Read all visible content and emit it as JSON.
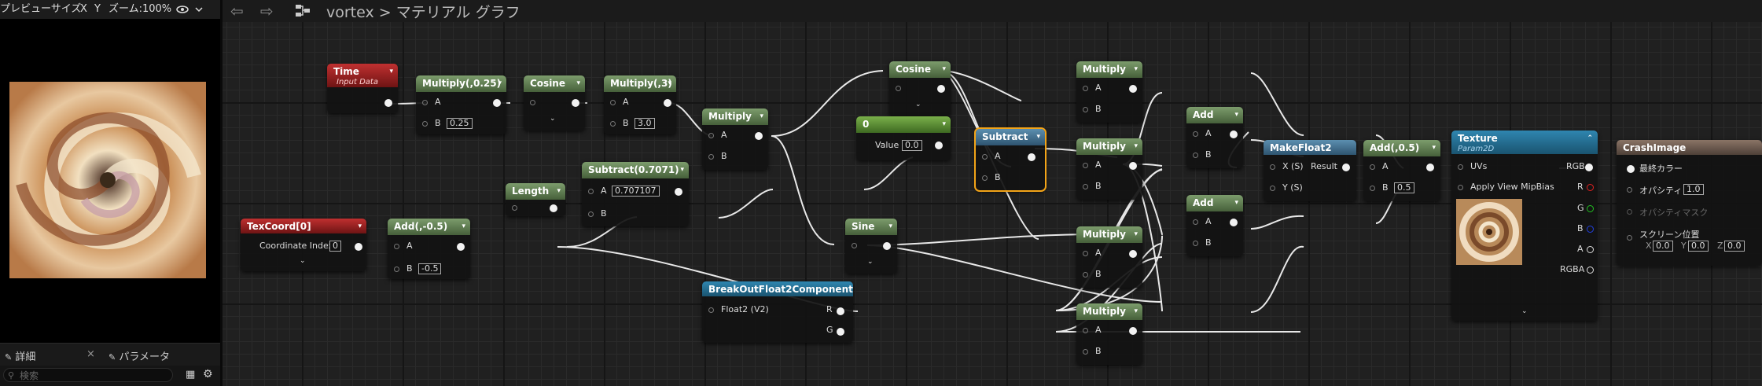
{
  "preview": {
    "bar_label": "プレビューサイズ",
    "x": "X",
    "y": "Y",
    "zoom": "ズーム:100%",
    "eye_icon": "eye-icon"
  },
  "tabs": {
    "details": "詳細",
    "parameters": "パラメータ"
  },
  "search": {
    "placeholder": "検索"
  },
  "breadcrumb": {
    "asset": "vortex",
    "separator": ">",
    "page": "マテリアル グラフ"
  },
  "nodes": {
    "time": {
      "title": "Time",
      "subtitle": "Input Data"
    },
    "multiply025": {
      "title": "Multiply(,0.25)",
      "a": "A",
      "b": "B",
      "b_value": "0.25"
    },
    "cosine1": {
      "title": "Cosine"
    },
    "multiply3": {
      "title": "Multiply(,3)",
      "a": "A",
      "b": "B",
      "b_value": "3.0"
    },
    "multiply_main": {
      "title": "Multiply",
      "a": "A",
      "b": "B"
    },
    "cosine2": {
      "title": "Cosine"
    },
    "const0": {
      "title": "0",
      "value_label": "Value",
      "value": "0.0"
    },
    "subtract": {
      "title": "Subtract",
      "a": "A",
      "b": "B"
    },
    "sine": {
      "title": "Sine"
    },
    "length": {
      "title": "Length"
    },
    "subtract07071": {
      "title": "Subtract(0.7071)",
      "a": "A",
      "a_value": "0.707107",
      "b": "B"
    },
    "texcoord": {
      "title": "TexCoord[0]",
      "label": "Coordinate Index",
      "value": "0"
    },
    "add_neg05": {
      "title": "Add(,-0.5)",
      "a": "A",
      "b": "B",
      "b_value": "-0.5"
    },
    "breakout": {
      "title": "BreakOutFloat2Components",
      "input": "Float2 (V2)",
      "r": "R",
      "g": "G"
    },
    "mul_r1": {
      "title": "Multiply",
      "a": "A",
      "b": "B"
    },
    "mul_r2": {
      "title": "Multiply",
      "a": "A",
      "b": "B"
    },
    "mul_r3": {
      "title": "Multiply",
      "a": "A",
      "b": "B"
    },
    "mul_r4": {
      "title": "Multiply",
      "a": "A",
      "b": "B"
    },
    "add1": {
      "title": "Add",
      "a": "A",
      "b": "B"
    },
    "add2": {
      "title": "Add",
      "a": "A",
      "b": "B"
    },
    "makefloat2": {
      "title": "MakeFloat2",
      "x": "X (S)",
      "y": "Y (S)",
      "result": "Result"
    },
    "add05": {
      "title": "Add(,0.5)",
      "a": "A",
      "b": "B",
      "b_value": "0.5"
    },
    "texture": {
      "title": "Texture",
      "subtitle": "Param2D",
      "uvs": "UVs",
      "mip": "Apply View MipBias",
      "rgb": "RGB",
      "r": "R",
      "g": "G",
      "b": "B",
      "a": "A",
      "rgba": "RGBA"
    },
    "crash": {
      "title": "CrashImage",
      "final_color": "最終カラー",
      "opacity": "オパシティ",
      "opacity_value": "1.0",
      "opacity_mask": "オパシティマスク",
      "screen_pos": "スクリーン位置",
      "x": "X",
      "x_value": "0.0",
      "y": "Y",
      "y_value": "0.0",
      "z": "Z",
      "z_value": "0.0"
    }
  },
  "colors": {
    "selected_outline": "#f3a418",
    "pin_r": "#e02020",
    "pin_g": "#20c020",
    "pin_b": "#2040e0"
  }
}
